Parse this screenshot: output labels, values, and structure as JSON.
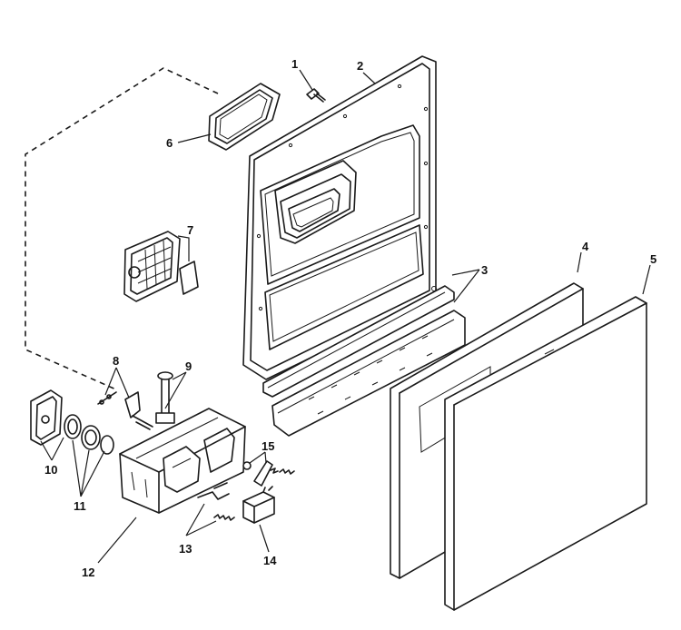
{
  "callouts": {
    "c1": "1",
    "c2": "2",
    "c3": "3",
    "c4": "4",
    "c5": "5",
    "c6": "6",
    "c7": "7",
    "c8": "8",
    "c9": "9",
    "c10": "10",
    "c11": "11",
    "c12": "12",
    "c13": "13",
    "c14": "14",
    "c15": "15"
  },
  "colors": {
    "line": "#1a1a1a",
    "background": "#ffffff",
    "shade": "#e9e9e9"
  }
}
